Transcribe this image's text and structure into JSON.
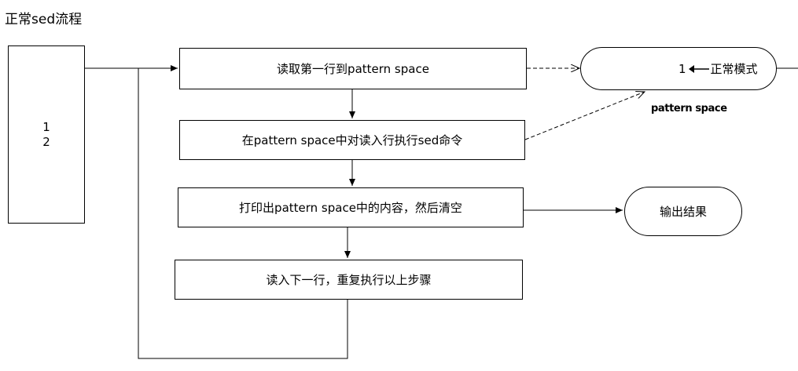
{
  "title": "正常sed流程",
  "input": {
    "lines": [
      "1",
      "2"
    ]
  },
  "steps": [
    "读取第一行到pattern space",
    "在pattern space中对读入行执行sed命令",
    "打印出pattern space中的内容，然后清空",
    "读入下一行，重复执行以上步骤"
  ],
  "pattern_space": {
    "number": "1",
    "mode": "正常模式",
    "label": "pattern space"
  },
  "output": {
    "label": "输出结果"
  }
}
